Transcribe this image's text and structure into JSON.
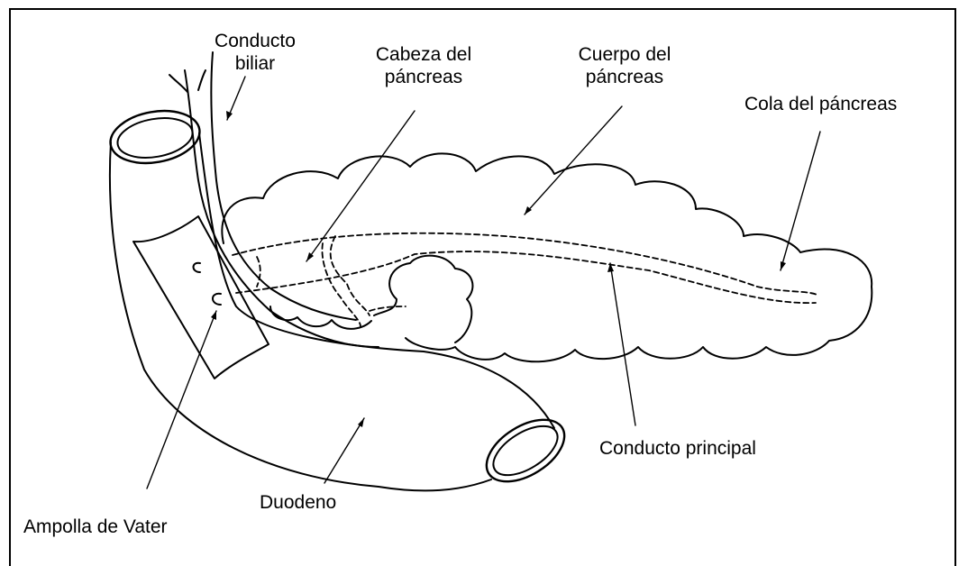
{
  "labels": {
    "conducto_biliar_1": "Conducto",
    "conducto_biliar_2": "biliar",
    "cabeza_1": "Cabeza del",
    "cabeza_2": "páncreas",
    "cuerpo_1": "Cuerpo del",
    "cuerpo_2": "páncreas",
    "cola": "Cola del páncreas",
    "conducto_principal": "Conducto principal",
    "duodeno": "Duodeno",
    "ampolla": "Ampolla de Vater"
  },
  "colors": {
    "line": "#000000",
    "background": "#ffffff"
  }
}
